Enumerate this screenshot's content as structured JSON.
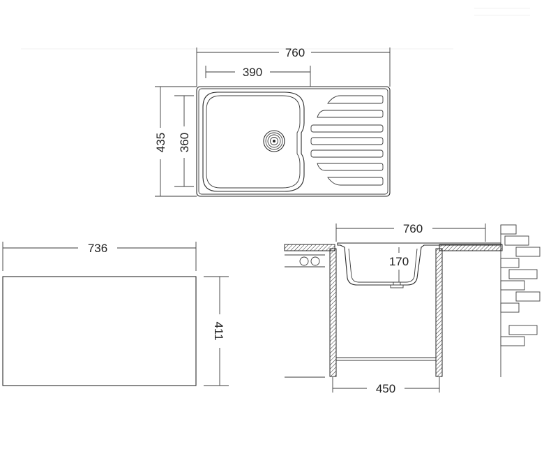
{
  "dimensions": {
    "top_width": "760",
    "bowl_width": "390",
    "top_depth": "435",
    "bowl_depth": "360",
    "cutout_width": "736",
    "cutout_depth": "411",
    "section_width": "760",
    "bowl_height": "170",
    "cabinet_width": "450"
  },
  "colors": {
    "line": "#2a2a2a",
    "text": "#222222",
    "background": "#ffffff"
  },
  "icons": {
    "drain": "drain-strainer-icon",
    "wall": "brick-wall-icon",
    "countertop": "hatched-countertop-icon"
  }
}
